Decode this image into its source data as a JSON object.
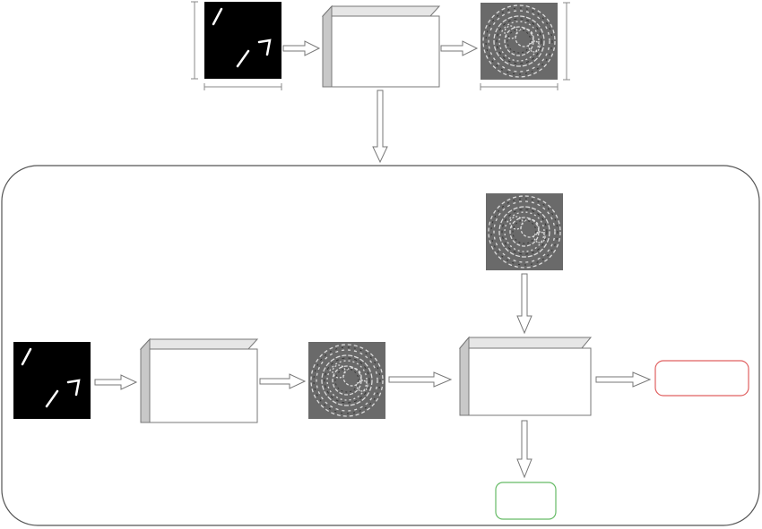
{
  "diagram": {
    "nodes": [
      {
        "id": "input-image-top",
        "kind": "binary-image",
        "label": ""
      },
      {
        "id": "encoder-box-top",
        "kind": "3d-box",
        "label": ""
      },
      {
        "id": "hologram-top",
        "kind": "noise-pattern",
        "label": ""
      },
      {
        "id": "input-image-bottom",
        "kind": "binary-image",
        "label": ""
      },
      {
        "id": "encoder-box-bottom",
        "kind": "3d-box",
        "label": ""
      },
      {
        "id": "hologram-bottom",
        "kind": "noise-pattern",
        "label": ""
      },
      {
        "id": "hologram-reference",
        "kind": "noise-pattern",
        "label": ""
      },
      {
        "id": "compare-box",
        "kind": "3d-box",
        "label": ""
      },
      {
        "id": "result-red",
        "kind": "rounded-box",
        "label": ""
      },
      {
        "id": "result-green",
        "kind": "rounded-box",
        "label": ""
      }
    ],
    "colors": {
      "stroke": "#777777",
      "box_face": "#ffffff",
      "box_top": "#e6e6e6",
      "box_side": "#c8c8c8",
      "image_bg": "#000000",
      "image_line": "#ffffff",
      "result_red": "#e06060",
      "result_green": "#66bb66",
      "container_stroke": "#555555"
    }
  }
}
